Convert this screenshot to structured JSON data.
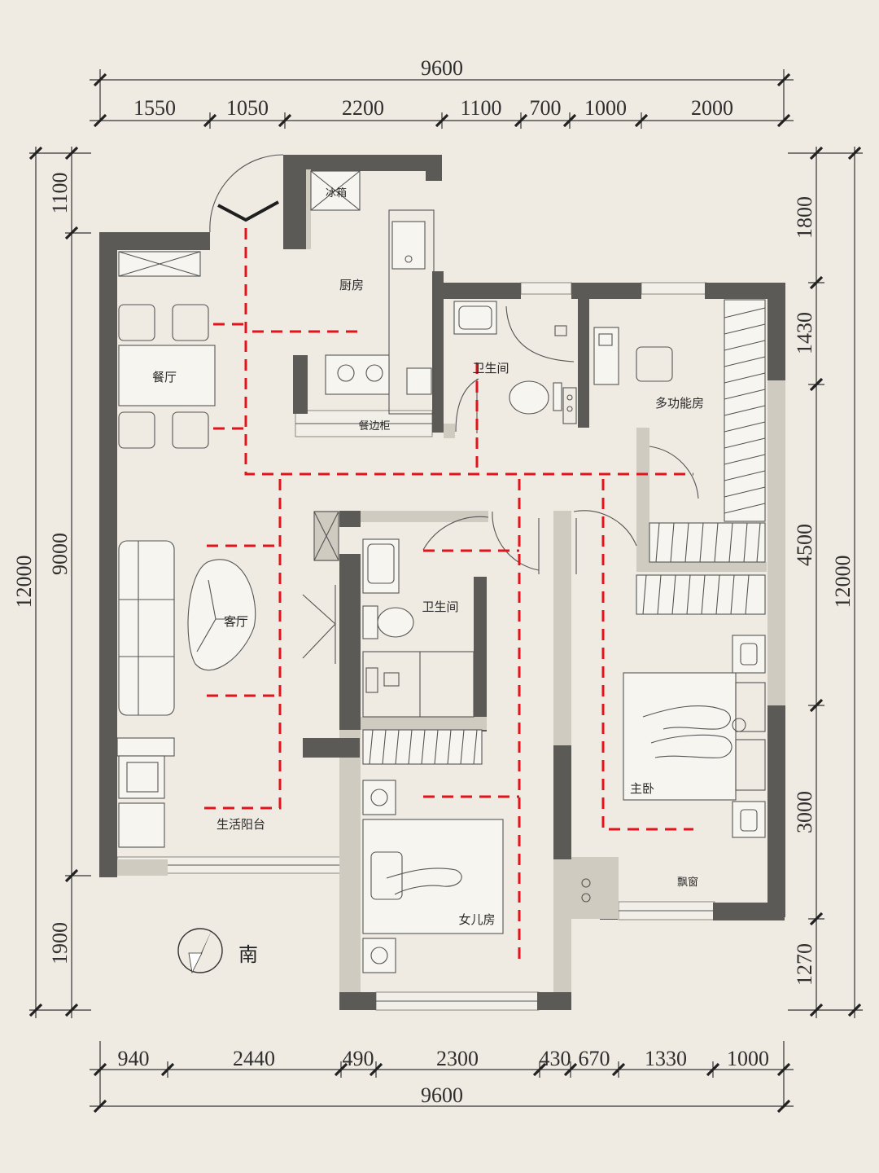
{
  "dimensions": {
    "top_total": "9600",
    "top_segments": [
      "1550",
      "1050",
      "2200",
      "1100",
      "700",
      "1000",
      "2000"
    ],
    "bottom_segments": [
      "940",
      "2440",
      "490",
      "2300",
      "430",
      "670",
      "1330",
      "1000"
    ],
    "bottom_total": "9600",
    "left_outer_total": "12000",
    "left_segments": [
      "1100",
      "9000",
      "1900"
    ],
    "right_segments": [
      "1800",
      "1430",
      "4500",
      "3000",
      "1270"
    ],
    "right_outer_total": "12000"
  },
  "rooms": {
    "fridge": "冰箱",
    "kitchen": "厨房",
    "bathroom_top": "卫生间",
    "dining": "餐厅",
    "multi_room": "多功能房",
    "sideboard": "餐边柜",
    "living": "客厅",
    "bathroom_mid": "卫生间",
    "master_bedroom": "主卧",
    "balcony": "生活阳台",
    "bay_window": "飘窗",
    "daughter_room": "女儿房"
  },
  "compass": {
    "direction_label": "南",
    "icon": "north-arrow-icon"
  },
  "colors": {
    "background": "#efebe2",
    "wall": "#5c5a57",
    "circulation": "#e3131b"
  }
}
